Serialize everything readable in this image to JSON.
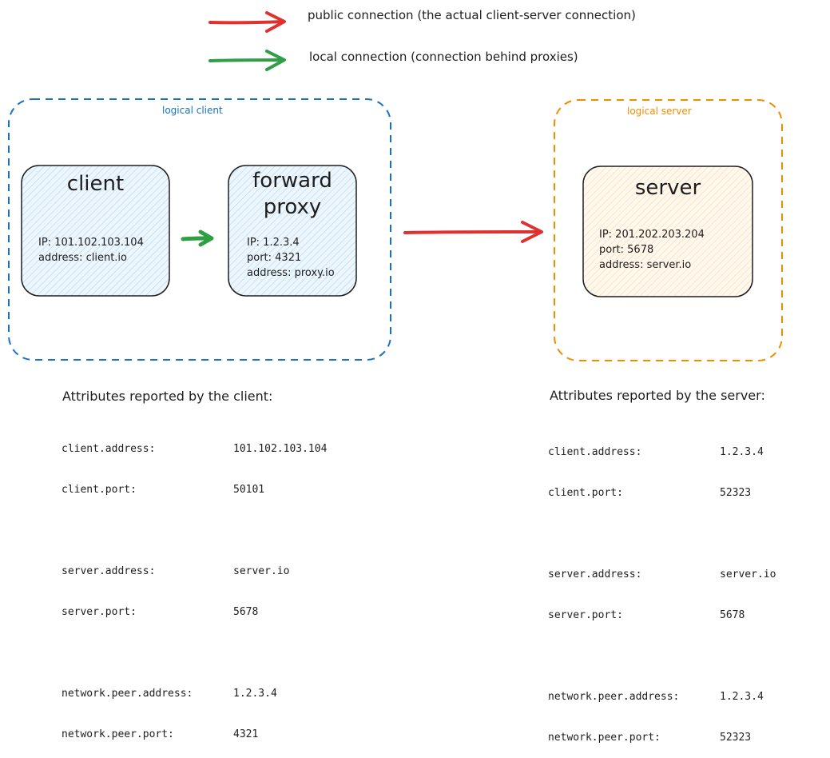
{
  "legend": [
    {
      "label": "public connection (the actual client-server connection)",
      "color": "#e03131"
    },
    {
      "label": "local connection (connection behind proxies)",
      "color": "#2f9e44"
    }
  ],
  "groups": {
    "logical_client": {
      "label": "logical client",
      "color": "#1971c2"
    },
    "logical_server": {
      "label": "logical server",
      "color": "#f08c00"
    }
  },
  "nodes": {
    "client": {
      "title": "client",
      "attributes": [
        "IP: 101.102.103.104",
        "address: client.io"
      ]
    },
    "proxy": {
      "title_line1": "forward",
      "title_line2": "proxy",
      "attributes": [
        "IP: 1.2.3.4",
        "port: 4321",
        "address: proxy.io"
      ]
    },
    "server": {
      "title": "server",
      "attributes": [
        "IP: 201.202.203.204",
        "port: 5678",
        "address: server.io"
      ]
    }
  },
  "client_report": {
    "heading": "Attributes reported by the client:",
    "rows": [
      {
        "key": "client.address:",
        "value": "101.102.103.104"
      },
      {
        "key": "client.port:",
        "value": "50101"
      },
      {
        "key": "server.address:",
        "value": "server.io"
      },
      {
        "key": "server.port:",
        "value": "5678"
      },
      {
        "key": "network.peer.address:",
        "value": "1.2.3.4"
      },
      {
        "key": "network.peer.port:",
        "value": "4321"
      }
    ]
  },
  "server_report": {
    "heading": "Attributes reported by the server:",
    "rows": [
      {
        "key": "client.address:",
        "value": "1.2.3.4"
      },
      {
        "key": "client.port:",
        "value": "52323"
      },
      {
        "key": "server.address:",
        "value": "server.io"
      },
      {
        "key": "server.port:",
        "value": "5678"
      },
      {
        "key": "network.peer.address:",
        "value": "1.2.3.4"
      },
      {
        "key": "network.peer.port:",
        "value": "52323"
      }
    ]
  }
}
